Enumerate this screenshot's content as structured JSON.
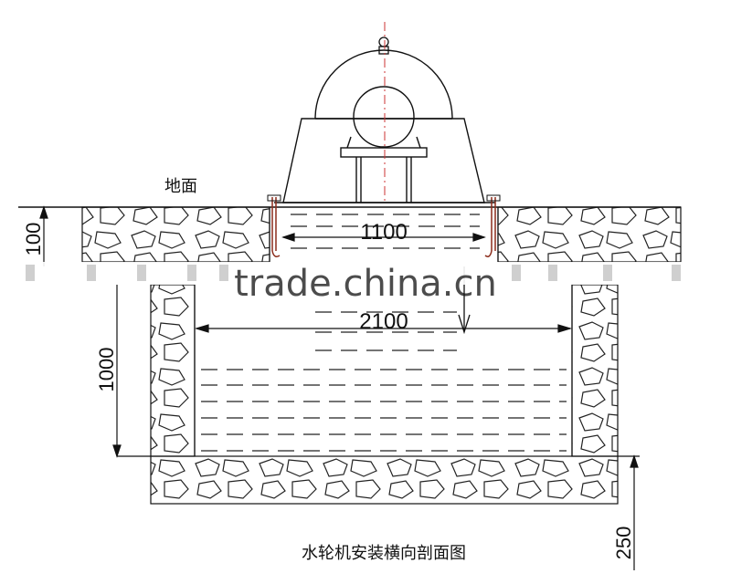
{
  "labels": {
    "ground": "地面",
    "caption": "水轮机安装横向剖面图"
  },
  "dimensions": {
    "inner_width": "1100",
    "outer_width": "2100",
    "top_depth": "100",
    "pit_depth": "1000",
    "base_thickness": "250"
  },
  "watermark": "trade.china.cn"
}
